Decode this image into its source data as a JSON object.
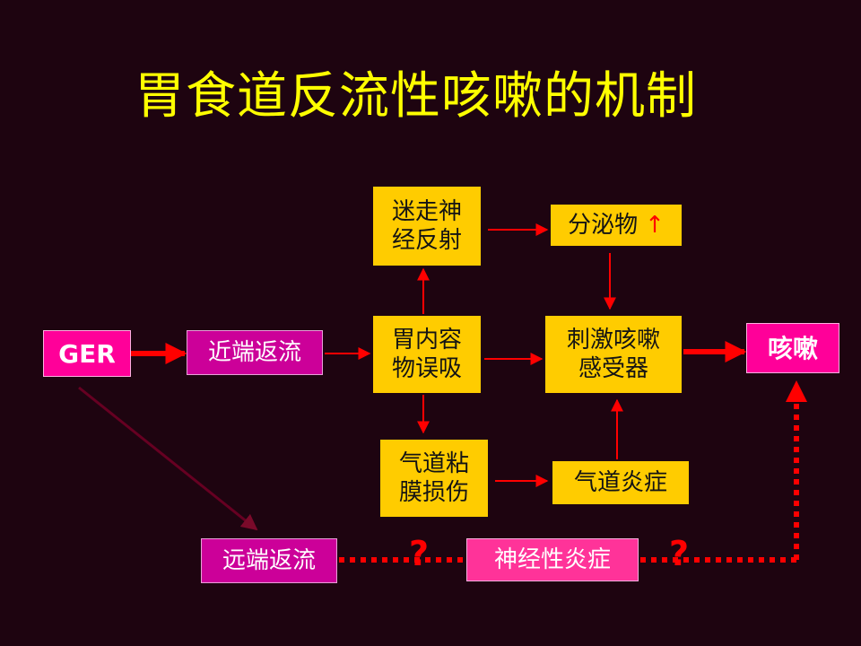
{
  "title": "胃食道反流性咳嗽的机制",
  "nodes": {
    "ger": "GER",
    "proximal": "近端返流",
    "aspiration": "胃内容\n物误吸",
    "vagal": "迷走神\n经反射",
    "secretion": "分泌物",
    "secretion_mark": "↑",
    "receptor": "刺激咳嗽\n感受器",
    "cough": "咳嗽",
    "mucosa": "气道粘\n膜损伤",
    "inflammation": "气道炎症",
    "distal": "远端返流",
    "neuro": "神经性炎症"
  },
  "question_mark": "?",
  "colors": {
    "background": "#1e0410",
    "title": "#ffff00",
    "orange_box": "#ffcc00",
    "magenta_box": "#cc0099",
    "pink_box": "#ff0099",
    "arrow": "#ff0000",
    "dark_arrow": "#660022"
  }
}
